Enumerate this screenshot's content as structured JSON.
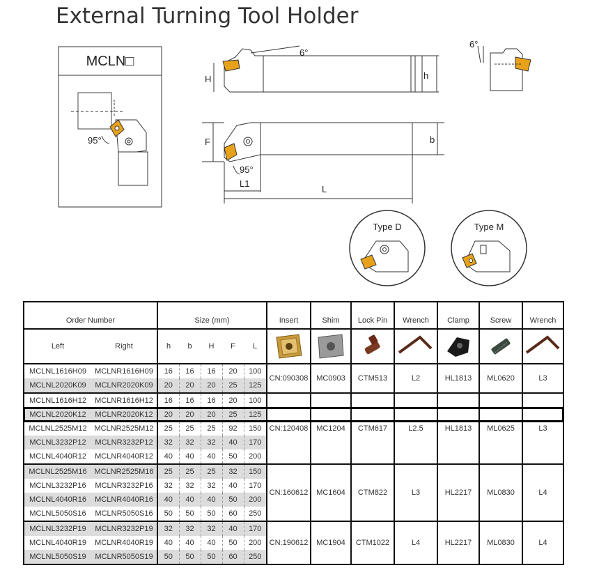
{
  "title": "External Turning Tool Holder",
  "model_box": {
    "label": "MCLN□",
    "angle": "95°"
  },
  "diagram": {
    "angle_top": "6°",
    "angle_side": "6°",
    "angle_plan": "95°",
    "dim_H": "H",
    "dim_h": "h",
    "dim_F": "F",
    "dim_b": "b",
    "dim_L1": "L1",
    "dim_L": "L"
  },
  "types": [
    {
      "label": "Type D"
    },
    {
      "label": "Type M"
    }
  ],
  "table": {
    "group_headers": {
      "order_number": "Order Number",
      "size": "Size  (mm)",
      "insert": "Insert",
      "shim": "Shim",
      "lock_pin": "Lock Pin",
      "wrench1": "Wrench",
      "clamp": "Clamp",
      "screw": "Screw",
      "wrench2": "Wrench"
    },
    "sub_headers": {
      "left": "Left",
      "right": "Right",
      "h": "h",
      "b": "b",
      "H": "H",
      "F": "F",
      "L": "L"
    },
    "rows": [
      {
        "left": "MCLNL1616H09",
        "right": "MCLNR1616H09",
        "h": "16",
        "b": "16",
        "H": "16",
        "F": "20",
        "L": "100"
      },
      {
        "left": "MCLNL2020K09",
        "right": "MCLNR2020K09",
        "h": "20",
        "b": "20",
        "H": "20",
        "F": "25",
        "L": "125"
      },
      {
        "left": "MCLNL1616H12",
        "right": "MCLNR1616H12",
        "h": "16",
        "b": "16",
        "H": "16",
        "F": "20",
        "L": "100"
      },
      {
        "left": "MCLNL2020K12",
        "right": "MCLNR2020K12",
        "h": "20",
        "b": "20",
        "H": "20",
        "F": "25",
        "L": "125"
      },
      {
        "left": "MCLNL2525M12",
        "right": "MCLNR2525M12",
        "h": "25",
        "b": "25",
        "H": "25",
        "F": "92",
        "L": "150"
      },
      {
        "left": "MCLNL3232P12",
        "right": "MCLNR3232P12",
        "h": "32",
        "b": "32",
        "H": "32",
        "F": "40",
        "L": "170"
      },
      {
        "left": "MCLNL4040R12",
        "right": "MCLNR4040R12",
        "h": "40",
        "b": "40",
        "H": "40",
        "F": "50",
        "L": "200"
      },
      {
        "left": "MCLNL2525M16",
        "right": "MCLNR2525M16",
        "h": "25",
        "b": "25",
        "H": "25",
        "F": "32",
        "L": "150"
      },
      {
        "left": "MCLNL3232P16",
        "right": "MCLNR3232P16",
        "h": "32",
        "b": "32",
        "H": "32",
        "F": "40",
        "L": "170"
      },
      {
        "left": "MCLNL4040R16",
        "right": "MCLNR4040R16",
        "h": "40",
        "b": "40",
        "H": "40",
        "F": "50",
        "L": "200"
      },
      {
        "left": "MCLNL5050S16",
        "right": "MCLNR5050S16",
        "h": "50",
        "b": "50",
        "H": "50",
        "F": "60",
        "L": "250"
      },
      {
        "left": "MCLNL3232P19",
        "right": "MCLNR3232P19",
        "h": "32",
        "b": "32",
        "H": "32",
        "F": "40",
        "L": "170"
      },
      {
        "left": "MCLNL4040R19",
        "right": "MCLNR4040R19",
        "h": "40",
        "b": "40",
        "H": "40",
        "F": "50",
        "L": "200"
      },
      {
        "left": "MCLNL5050S19",
        "right": "MCLNR5050S19",
        "h": "50",
        "b": "50",
        "H": "50",
        "F": "60",
        "L": "250"
      }
    ],
    "groups": [
      {
        "insert": "CN:090308",
        "shim": "MC0903",
        "lock_pin": "CTM513",
        "wrench1": "L2",
        "clamp": "HL1813",
        "screw": "ML0620",
        "wrench2": "L3"
      },
      {
        "insert": "CN:120408",
        "shim": "MC1204",
        "lock_pin": "CTM617",
        "wrench1": "L2.5",
        "clamp": "HL1813",
        "screw": "ML0625",
        "wrench2": "L3"
      },
      {
        "insert": "CN:160612",
        "shim": "MC1604",
        "lock_pin": "CTM822",
        "wrench1": "L3",
        "clamp": "HL2217",
        "screw": "ML0830",
        "wrench2": "L4"
      },
      {
        "insert": "CN:190612",
        "shim": "MC1904",
        "lock_pin": "CTM1022",
        "wrench1": "L4",
        "clamp": "HL2217",
        "screw": "ML0830",
        "wrench2": "L4"
      }
    ]
  }
}
